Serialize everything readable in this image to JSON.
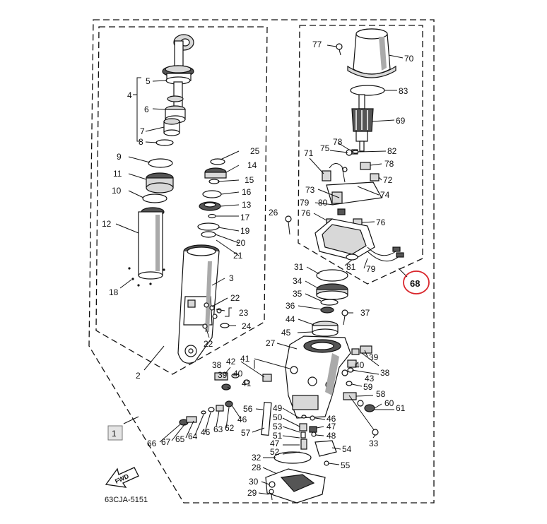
{
  "diagram": {
    "labels": {
      "l1": "1",
      "l2": "2",
      "l3": "3",
      "l4": "4",
      "l5": "5",
      "l6": "6",
      "l7": "7",
      "l8": "8",
      "l9": "9",
      "l10": "10",
      "l11": "11",
      "l12": "12",
      "l13": "13",
      "l14": "14",
      "l15": "15",
      "l16": "16",
      "l17": "17",
      "l18": "18",
      "l19": "19",
      "l20": "20",
      "l21": "21",
      "l22a": "22",
      "l22b": "22",
      "l23": "23",
      "l24": "24",
      "l25": "25",
      "l26": "26",
      "l27": "27",
      "l28": "28",
      "l29": "29",
      "l30": "30",
      "l31": "31",
      "l32": "32",
      "l33": "33",
      "l34": "34",
      "l35": "35",
      "l36": "36",
      "l37": "37",
      "l38a": "38",
      "l38b": "38",
      "l39a": "39",
      "l39b": "39",
      "l40a": "40",
      "l40b": "40",
      "l41a": "41",
      "l41b": "41",
      "l42": "42",
      "l43": "43",
      "l44": "44",
      "l45": "45",
      "l46a": "46",
      "l46b": "46",
      "l46c": "46",
      "l47a": "47",
      "l47b": "47",
      "l48": "48",
      "l49": "49",
      "l50": "50",
      "l51": "51",
      "l52": "52",
      "l53": "53",
      "l54": "54",
      "l55": "55",
      "l56": "56",
      "l57": "57",
      "l58": "58",
      "l59": "59",
      "l60": "60",
      "l61": "61",
      "l62": "62",
      "l63": "63",
      "l64": "64",
      "l65": "65",
      "l66": "66",
      "l67": "67",
      "l68": "68",
      "l69": "69",
      "l70": "70",
      "l71": "71",
      "l72": "72",
      "l73": "73",
      "l74": "74",
      "l75": "75",
      "l76a": "76",
      "l76b": "76",
      "l77": "77",
      "l78a": "78",
      "l78b": "78",
      "l79a": "79",
      "l79b": "79",
      "l80": "80",
      "l81": "81",
      "l82": "82",
      "l83": "83",
      "fwd": "FWD",
      "code": "63CJA-5151"
    },
    "highlight_color": "#d9262c",
    "frame_color": "#111111"
  }
}
